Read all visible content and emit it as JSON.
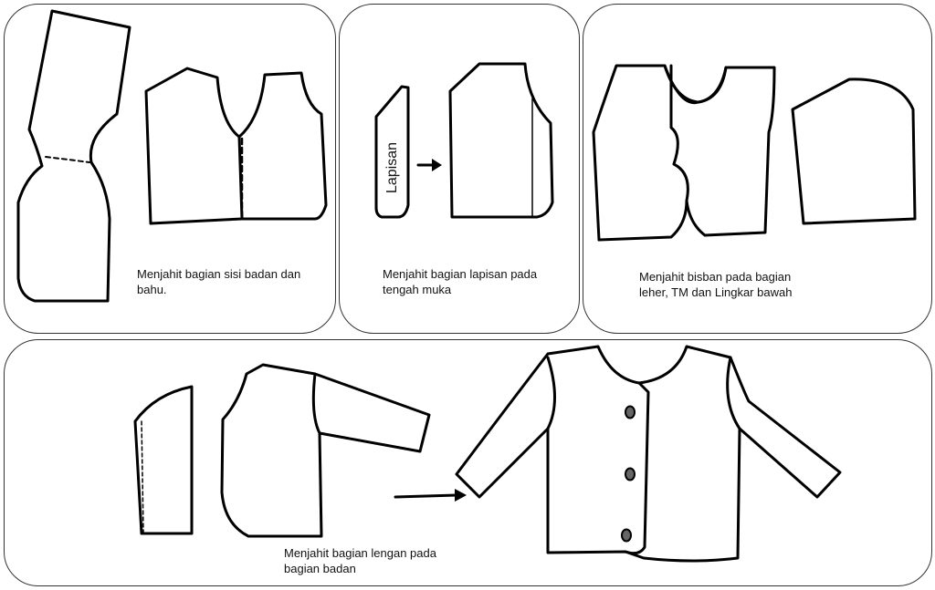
{
  "panels": [
    {
      "caption_line1": "Menjahit bagian sisi badan dan",
      "caption_line2": "bahu."
    },
    {
      "caption_line1": "Menjahit bagian lapisan pada",
      "caption_line2": "tengah muka",
      "piece_label": "Lapisan"
    },
    {
      "caption_line1": "Menjahit bisban pada bagian",
      "caption_line2": "leher, TM dan Lingkar bawah"
    },
    {
      "caption_line1": "Menjahit bagian lengan pada",
      "caption_line2": "bagian badan"
    }
  ]
}
